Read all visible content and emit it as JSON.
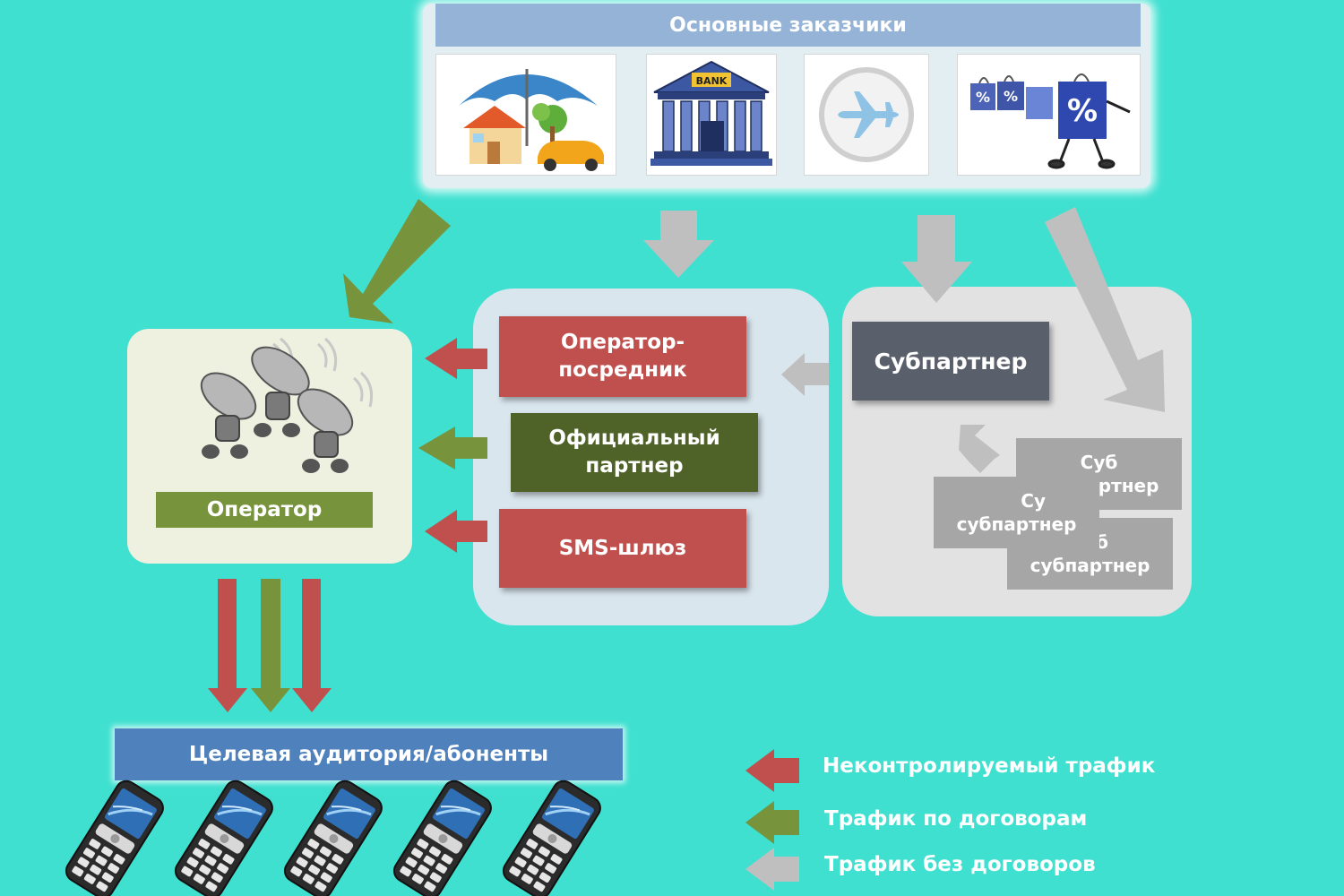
{
  "customers": {
    "header": "Основные заказчики",
    "tiles": [
      {
        "icon": "insurance-umbrella-house-car-icon"
      },
      {
        "icon": "bank-building-icon",
        "badge": "BANK"
      },
      {
        "icon": "airplane-icon"
      },
      {
        "icon": "discount-shopping-bags-icon",
        "badge_small": "%",
        "badge_large": "%"
      }
    ]
  },
  "operator": {
    "label": "Оператор",
    "icon": "satellite-dishes-icon"
  },
  "middle": {
    "operator_intermediary": "Оператор-\nпосредник",
    "official_partner": "Официальный\nпартнер",
    "sms_gateway": "SMS-шлюз"
  },
  "subpartner": {
    "label": "Субпартнер",
    "sub1_partial": "Су",
    "sub1_word": "субпартнер",
    "sub2_prefix": "Суб",
    "sub2_word": "субпартнер",
    "sub3_partial": "б",
    "sub3_word": "субпартнер"
  },
  "audience": {
    "label": "Целевая аудитория/абоненты",
    "phones_count": 5,
    "phone_icon": "mobile-phone-icon"
  },
  "legend": {
    "items": [
      {
        "label": "Неконтролируемый трафик",
        "color": "#c0504d"
      },
      {
        "label": "Трафик по договорам",
        "color": "#77933c"
      },
      {
        "label": "Трафик без договоров",
        "color": "#bfbfbf"
      }
    ]
  },
  "colors": {
    "background": "#3fe0d0",
    "red": "#c0504d",
    "green": "#77933c",
    "dark_green": "#4f6228",
    "gray": "#bfbfbf",
    "blue_header": "#95b3d7",
    "audience_blue": "#4f81bd",
    "subpartner_dark": "#595f6b"
  }
}
